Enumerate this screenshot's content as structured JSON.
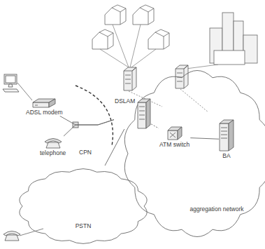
{
  "diagram": {
    "nodes": [
      {
        "text": [
          "DSLAM"
        ]
      },
      {
        "text": [
          "ADSL modem"
        ]
      },
      {
        "text": [
          "telephone"
        ]
      },
      {
        "text": [
          "aggregation network"
        ]
      },
      {
        "text": [
          "ATM switch"
        ],
        "in": 3
      },
      {
        "text": [
          "BA"
        ],
        "in": 3
      },
      {
        "text": [
          "PSTN"
        ]
      }
    ],
    "edges": [
      {
        "from": 1,
        "to": 0,
        "arrow": "none"
      },
      {
        "from": 2,
        "to": 0,
        "arrow": "none"
      },
      {
        "from": 0,
        "to": 4,
        "arrow": "none"
      },
      {
        "from": 4,
        "to": 5,
        "arrow": "none"
      },
      {
        "from": 0,
        "to": 6,
        "arrow": "none"
      }
    ],
    "labels": [
      "CPN"
    ]
  }
}
